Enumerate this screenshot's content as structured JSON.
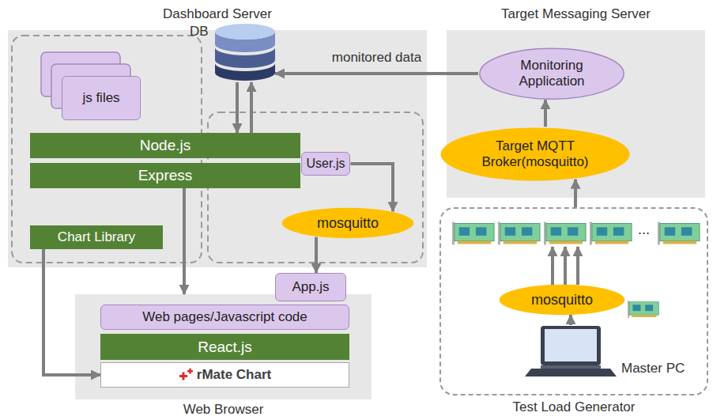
{
  "diagram": {
    "nodes": [
      {
        "text": [
          "Dashboard Server"
        ]
      },
      {
        "text": [
          "DB"
        ],
        "in": 0
      },
      {
        "text": [
          "js files"
        ],
        "in": 0
      },
      {
        "text": [
          "Node.js"
        ],
        "in": 0
      },
      {
        "text": [
          "Express"
        ],
        "in": 0
      },
      {
        "text": [
          "User.js"
        ],
        "in": 0
      },
      {
        "text": [
          "mosquitto"
        ],
        "in": 0
      },
      {
        "text": [
          "Chart Library"
        ],
        "in": 0
      },
      {
        "text": [
          "Target Messaging Server"
        ]
      },
      {
        "text": [
          "Monitoring Application"
        ],
        "in": 8
      },
      {
        "text": [
          "Target MQTT Broker(mosquitto)"
        ],
        "in": 8
      },
      {
        "text": [
          "App.js"
        ]
      },
      {
        "text": [
          "Web Browser"
        ]
      },
      {
        "text": [
          "Web pages/Javascript code"
        ],
        "in": 12
      },
      {
        "text": [
          "React.js"
        ],
        "in": 12
      },
      {
        "text": [
          "rMate Chart"
        ],
        "in": 12
      },
      {
        "text": [
          "Test Load Generator"
        ]
      },
      {
        "text": [
          "mosquitto"
        ],
        "in": 16
      }
    ],
    "edges": [
      {
        "from": 9,
        "to": 1,
        "label": "monitored data",
        "arrow": "to"
      },
      {
        "from": 10,
        "to": 9,
        "arrow": "to"
      },
      {
        "from": 16,
        "to": 10,
        "arrow": "to"
      },
      {
        "from": 1,
        "to": 3,
        "arrow": "to"
      },
      {
        "from": 3,
        "to": 1,
        "arrow": "to"
      },
      {
        "from": 5,
        "to": 6,
        "arrow": "to"
      },
      {
        "from": 6,
        "to": 11,
        "arrow": "to"
      },
      {
        "from": 4,
        "to": 12,
        "arrow": "to"
      },
      {
        "from": 7,
        "to": 15,
        "arrow": "to"
      }
    ],
    "labels": [
      "...",
      "Master PC"
    ]
  }
}
